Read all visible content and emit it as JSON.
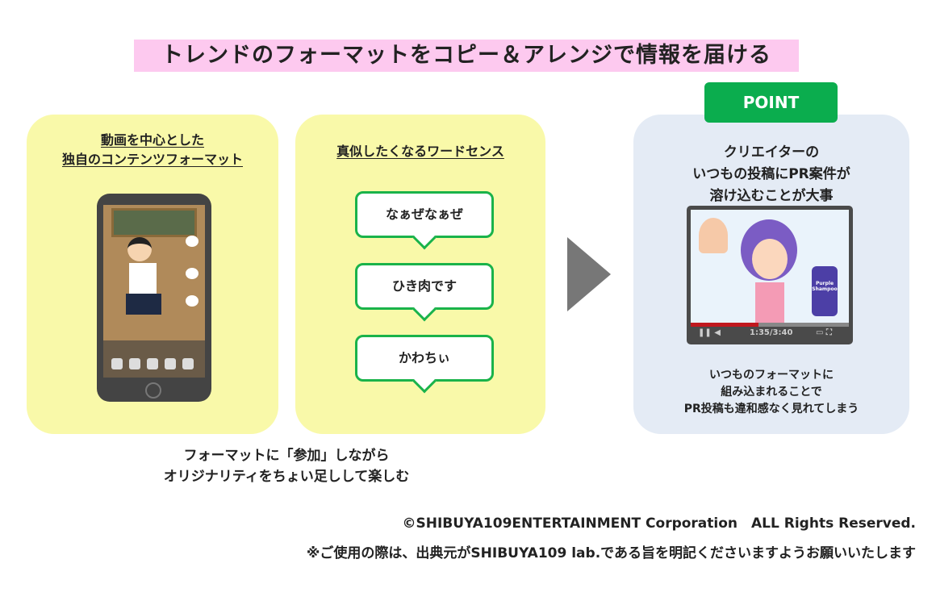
{
  "title": "トレンドのフォーマットをコピー＆アレンジで情報を届ける",
  "panel1": {
    "title_line1": "動画を中心とした",
    "title_line2": "独自のコンテンツフォーマット"
  },
  "panel2": {
    "title": "真似したくなるワードセンス",
    "bubbles": [
      "なぁぜなぁぜ",
      "ひき肉です",
      "かわちぃ"
    ]
  },
  "caption": {
    "line1": "フォーマットに「参加」しながら",
    "line2": "オリジナリティをちょい足しして楽しむ"
  },
  "point": {
    "label": "POINT",
    "title_line1": "クリエイターの",
    "title_line2": "いつもの投稿にPR案件が",
    "title_line3": "溶け込むことが大事",
    "video_time": "1:35/3:40",
    "bottle_label": "Purple Shampoo",
    "video_progress": 0.43,
    "note_line1": "いつものフォーマットに",
    "note_line2": "組み込まれることで",
    "note_line3": "PR投稿も違和感なく見れてしまう"
  },
  "footer": {
    "copyright": "©SHIBUYA109ENTERTAINMENT Corporation　ALL Rights Reserved.",
    "notice": "※ご使用の際は、出典元がSHIBUYA109 lab.である旨を明記くださいますようお願いいたします"
  },
  "colors": {
    "title_bg": "#fdc9ef",
    "yellow": "#f9f9a9",
    "blue": "#e4ebf5",
    "green": "#0bad4e",
    "arrow": "#777777"
  }
}
